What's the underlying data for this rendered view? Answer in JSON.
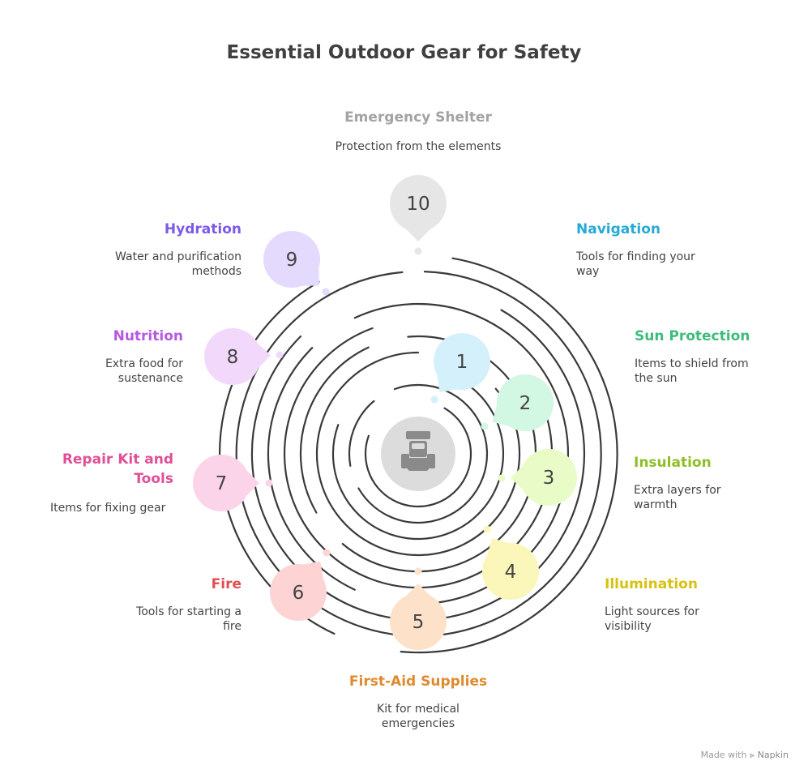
{
  "title": "Essential Outdoor Gear for Safety",
  "footer": {
    "made_with": "Made with",
    "brand": "Napkin"
  },
  "center_icon": "backpack-icon",
  "items": [
    {
      "num": "1",
      "label": "Navigation",
      "desc": "Tools for finding your way",
      "color": "#27a9d6",
      "fill": "#d4f1fb"
    },
    {
      "num": "2",
      "label": "Sun Protection",
      "desc": "Items to shield from the sun",
      "color": "#3dbd7a",
      "fill": "#d2f7e2"
    },
    {
      "num": "3",
      "label": "Insulation",
      "desc": "Extra layers for warmth",
      "color": "#8cbf26",
      "fill": "#e9fbc6"
    },
    {
      "num": "4",
      "label": "Illumination",
      "desc": "Light sources for visibility",
      "color": "#d6c20f",
      "fill": "#fbf6b9"
    },
    {
      "num": "5",
      "label": "First-Aid Supplies",
      "desc": "Kit for medical emergencies",
      "color": "#e08a2e",
      "fill": "#fde1c8"
    },
    {
      "num": "6",
      "label": "Fire",
      "desc": "Tools for starting a fire",
      "color": "#e04f4f",
      "fill": "#fdd3d3"
    },
    {
      "num": "7",
      "label": "Repair Kit and Tools",
      "desc": "Items for fixing gear",
      "color": "#e04f97",
      "fill": "#fcd4ea"
    },
    {
      "num": "8",
      "label": "Nutrition",
      "desc": "Extra food for sustenance",
      "color": "#b55ae0",
      "fill": "#f2d9fb"
    },
    {
      "num": "9",
      "label": "Hydration",
      "desc": "Water and purification methods",
      "color": "#7c5ae8",
      "fill": "#e3dafd"
    },
    {
      "num": "10",
      "label": "Emergency Shelter",
      "desc": "Protection from the elements",
      "color": "#a3a3a3",
      "fill": "#e6e6e6"
    }
  ]
}
